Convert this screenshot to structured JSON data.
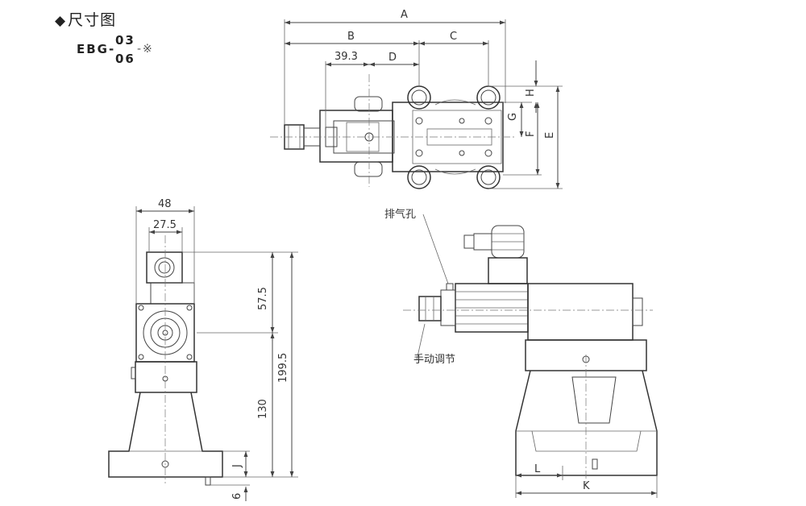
{
  "heading": {
    "marker": "◆",
    "title": "尺寸图"
  },
  "model": {
    "prefix": "EBG-",
    "size_top": "03",
    "size_bottom": "06",
    "suffix": "-※"
  },
  "dims": {
    "A": "A",
    "B": "B",
    "C": "C",
    "D": "D",
    "d393": "39.3",
    "H": "H",
    "G": "G",
    "F": "F",
    "E": "E",
    "w48": "48",
    "w275": "27.5",
    "h575": "57.5",
    "h1995": "199.5",
    "h130": "130",
    "J": "J",
    "six": "6",
    "L": "L",
    "K": "K"
  },
  "labels": {
    "vent_hole": "排气孔",
    "manual_adjust": "手动调节"
  }
}
